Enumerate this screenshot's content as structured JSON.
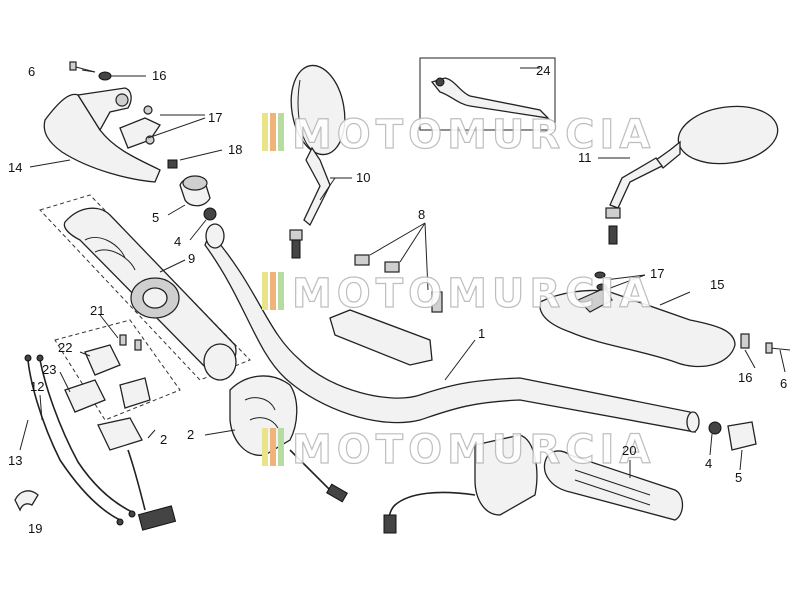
{
  "diagram": {
    "watermark": "MOTOMURCIA",
    "callouts": {
      "c1": "1",
      "c2a": "2",
      "c2b": "2",
      "c4a": "4",
      "c4b": "4",
      "c5a": "5",
      "c5b": "5",
      "c6a": "6",
      "c6b": "6",
      "c8": "8",
      "c9": "9",
      "c10": "10",
      "c11": "11",
      "c12": "12",
      "c13": "13",
      "c14": "14",
      "c15": "15",
      "c16a": "16",
      "c16b": "16",
      "c17a": "17",
      "c17b": "17",
      "c18": "18",
      "c19": "19",
      "c20": "20",
      "c21": "21",
      "c22": "22",
      "c23": "23",
      "c24": "24"
    }
  }
}
